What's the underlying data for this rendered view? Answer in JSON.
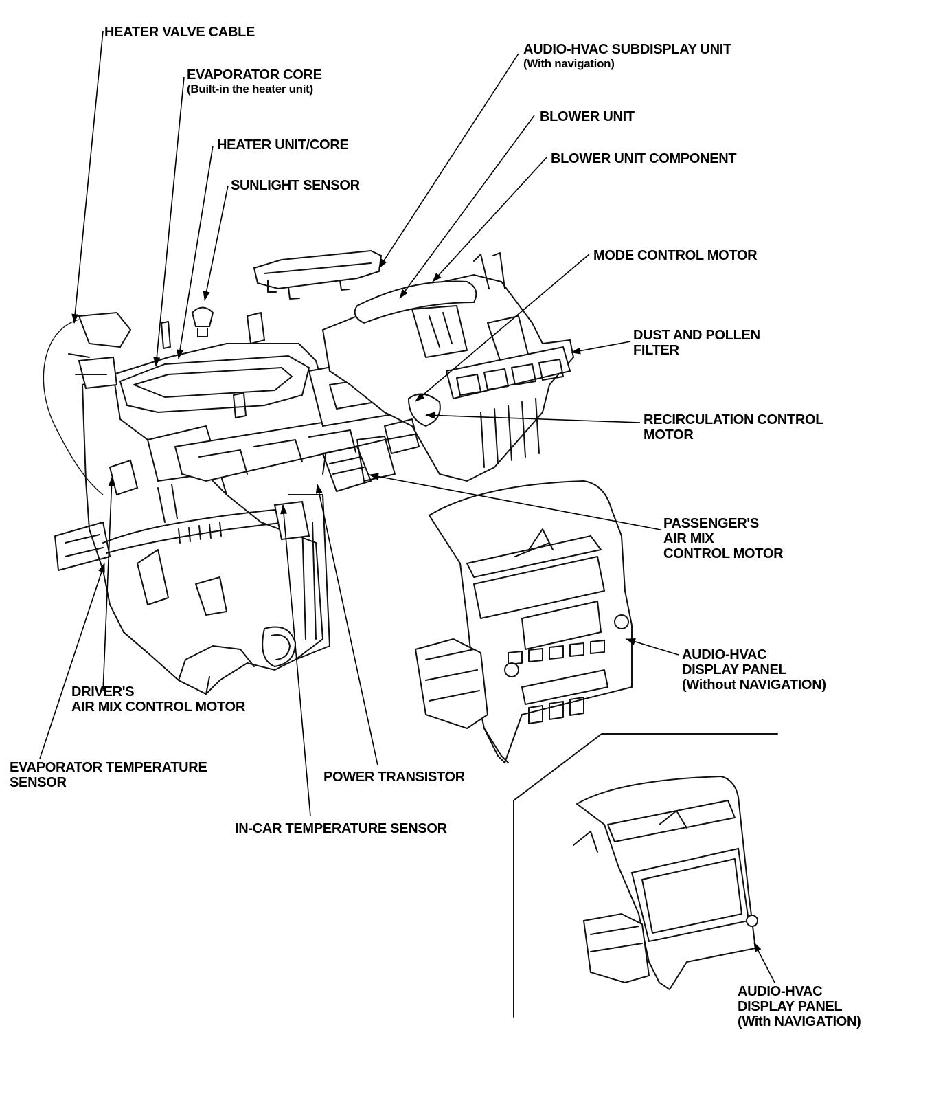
{
  "labels": {
    "heater_valve_cable": "HEATER VALVE CABLE",
    "evaporator_core": "EVAPORATOR CORE",
    "evaporator_core_note": "(Built-in the heater unit)",
    "heater_unit_core": "HEATER UNIT/CORE",
    "sunlight_sensor": "SUNLIGHT SENSOR",
    "subdisplay_unit": "AUDIO-HVAC SUBDISPLAY UNIT",
    "subdisplay_unit_note": "(With navigation)",
    "blower_unit": "BLOWER UNIT",
    "blower_unit_component": "BLOWER UNIT COMPONENT",
    "mode_control_motor": "MODE CONTROL MOTOR",
    "dust_filter_1": "DUST AND POLLEN",
    "dust_filter_2": "FILTER",
    "recirc_motor_1": "RECIRCULATION CONTROL",
    "recirc_motor_2": "MOTOR",
    "pass_air_mix_1": "PASSENGER'S",
    "pass_air_mix_2": "AIR MIX",
    "pass_air_mix_3": "CONTROL MOTOR",
    "display_panel_no_nav_1": "AUDIO-HVAC",
    "display_panel_no_nav_2": "DISPLAY PANEL",
    "display_panel_no_nav_3": "(Without NAVIGATION)",
    "driver_air_mix_1": "DRIVER'S",
    "driver_air_mix_2": "AIR MIX CONTROL MOTOR",
    "evap_temp_sensor_1": "EVAPORATOR TEMPERATURE",
    "evap_temp_sensor_2": "SENSOR",
    "power_transistor": "POWER TRANSISTOR",
    "in_car_temp_sensor": "IN-CAR TEMPERATURE SENSOR",
    "display_panel_nav_1": "AUDIO-HVAC",
    "display_panel_nav_2": "DISPLAY PANEL",
    "display_panel_nav_3": "(With NAVIGATION)"
  }
}
